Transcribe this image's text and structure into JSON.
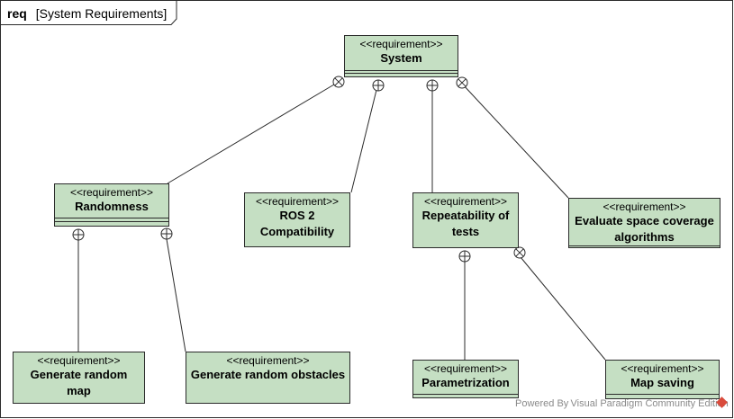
{
  "frame": {
    "keyword": "req",
    "name": "[System Requirements]"
  },
  "stereotype": "<<requirement>>",
  "requirements": {
    "system": "System",
    "randomness": "Randomness",
    "ros2": "ROS 2 Compatibility",
    "repeatability": "Repeatability of tests",
    "evaluate": "Evaluate space coverage algorithms",
    "random_map": "Generate random map",
    "random_obstacles": "Generate random obstacles",
    "parametrization": "Parametrization",
    "map_saving": "Map saving"
  },
  "relations": [
    {
      "parent": "system",
      "child": "randomness",
      "marker": "cross"
    },
    {
      "parent": "system",
      "child": "ros2",
      "marker": "plus"
    },
    {
      "parent": "system",
      "child": "repeatability",
      "marker": "plus"
    },
    {
      "parent": "system",
      "child": "evaluate",
      "marker": "cross"
    },
    {
      "parent": "randomness",
      "child": "random_map",
      "marker": "plus"
    },
    {
      "parent": "randomness",
      "child": "random_obstacles",
      "marker": "plus"
    },
    {
      "parent": "repeatability",
      "child": "parametrization",
      "marker": "plus"
    },
    {
      "parent": "repeatability",
      "child": "map_saving",
      "marker": "cross"
    }
  ],
  "watermark": "Powered By Visual Paradigm Community Edition",
  "colors": {
    "box_fill": "#c5dfc3",
    "line": "#2b2b2b"
  }
}
